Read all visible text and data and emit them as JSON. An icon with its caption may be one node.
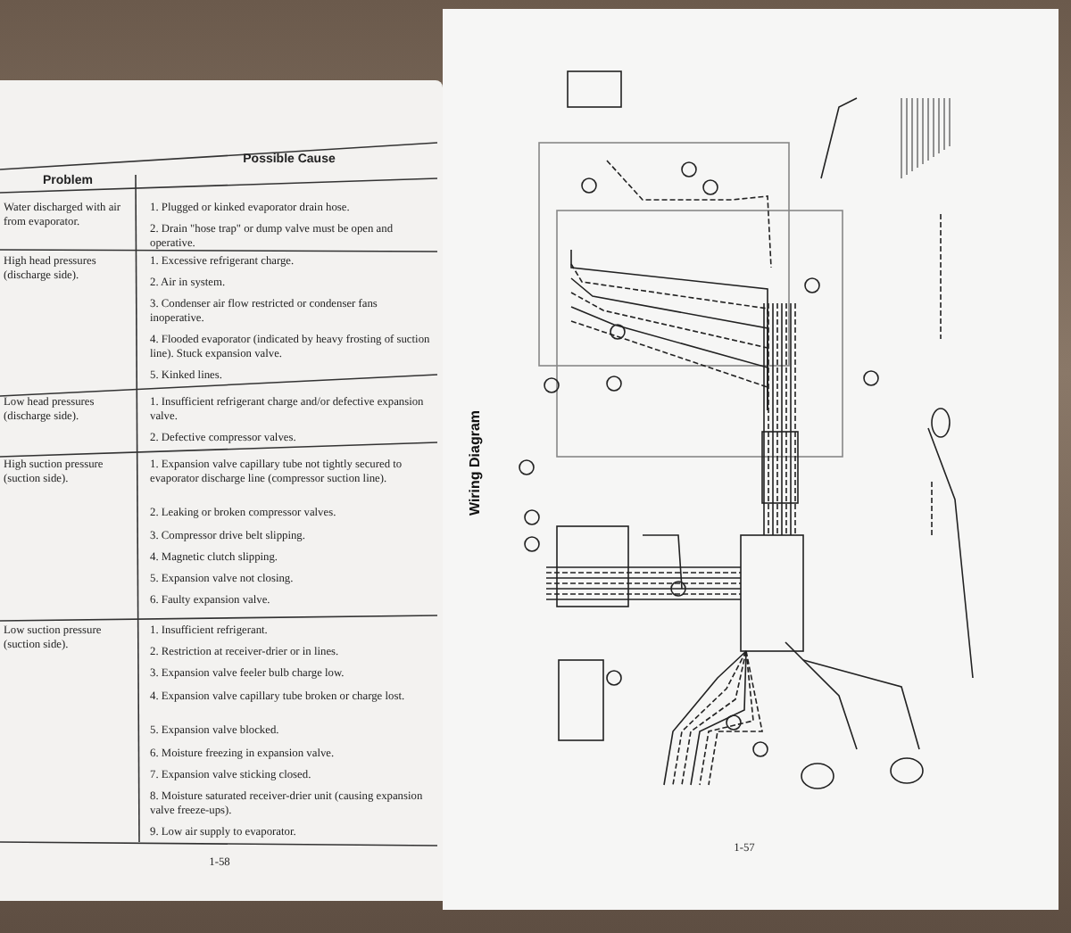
{
  "diagram": {
    "title": "Wiring Diagram",
    "labels": [
      "Problem",
      "Possible Cause",
      "Water discharged with air from evaporator.",
      "1. Plugged or kinked evaporator drain hose.",
      "2. Drain \"hose trap\" or dump valve must be open and operative.",
      "High head pressures (discharge side).",
      "1. Excessive refrigerant charge.",
      "2. Air in system.",
      "3. Condenser air flow restricted or condenser fans inoperative.",
      "4. Flooded evaporator (indicated by heavy frosting of suction line). Stuck expansion valve.",
      "5. Kinked lines.",
      "Low head pressures (discharge side).",
      "1. Insufficient refrigerant charge and/or defective expansion valve.",
      "2. Defective compressor valves.",
      "High suction pressure (suction side).",
      "1. Expansion valve capillary tube not tightly secured to evaporator discharge line (compressor suction line).",
      "2. Leaking or broken compressor valves.",
      "3. Compressor drive belt slipping.",
      "4. Magnetic clutch slipping.",
      "5. Expansion valve not closing.",
      "6. Faulty expansion valve.",
      "Low suction pressure (suction side).",
      "1. Insufficient refrigerant.",
      "2. Restriction at receiver-drier or in lines.",
      "3. Expansion valve feeler bulb charge low.",
      "4. Expansion valve capillary tube broken or charge lost.",
      "5. Expansion valve blocked.",
      "6. Moisture freezing in expansion valve.",
      "7. Expansion valve sticking closed.",
      "8. Moisture saturated receiver-drier unit (causing expansion valve freeze-ups).",
      "9. Low air supply to evaporator.",
      "1-58",
      "1-57"
    ]
  }
}
